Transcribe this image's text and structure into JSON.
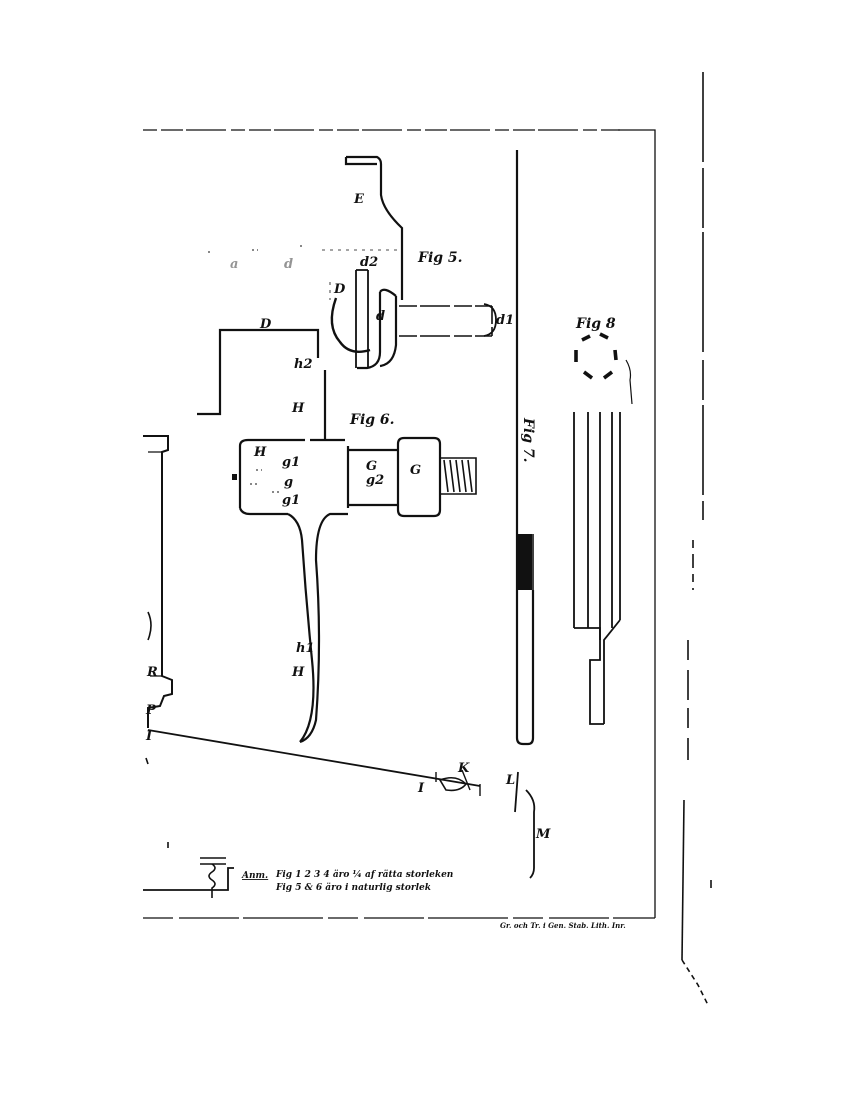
{
  "colors": {
    "ink": "#111111",
    "paper": "#ffffff"
  },
  "figures": {
    "fig5": "Fig 5.",
    "fig6": "Fig 6.",
    "fig7": "Fig 7.",
    "fig8": "Fig 8"
  },
  "labels": {
    "E": "E",
    "d2": "d2",
    "D_small": "D",
    "d": "d",
    "d1": "d1",
    "D": "D",
    "h2": "h2",
    "H_top": "H",
    "H_knob": "H",
    "g1_top": "g1",
    "g": "g",
    "g1_bottom": "g1",
    "G_left": "G",
    "g2": "g2",
    "G_right": "G",
    "h1": "h1",
    "H_bottom": "H",
    "R": "R",
    "P": "P",
    "I_left": "I",
    "I_right": "I",
    "K": "K",
    "L": "L",
    "M": "M",
    "faint_a": "a",
    "faint_d": "d"
  },
  "annotation": {
    "prefix": "Anm.",
    "line1": "Fig 1 2 3 4 äro ¼ af rätta storleken",
    "line2": "Fig 5 & 6 äro i naturlig storlek"
  },
  "imprint": "Gr. och Tr. i Gen. Stab. Lith. Inr."
}
